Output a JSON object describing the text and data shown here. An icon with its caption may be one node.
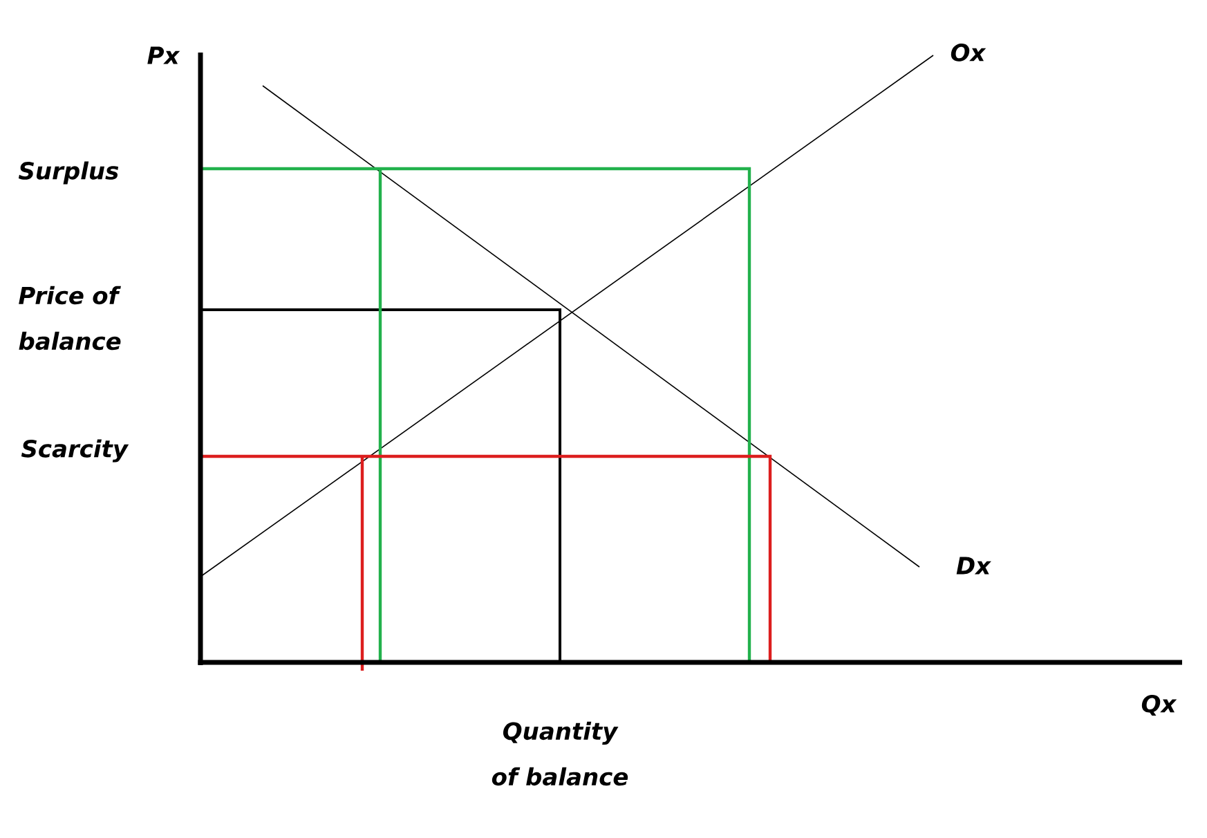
{
  "diagram": {
    "labels": [
      "Px",
      "Ox",
      "Surplus",
      "Price of balance",
      "Scarcity",
      "Dx",
      "Quantity of balance",
      "Qx"
    ]
  }
}
